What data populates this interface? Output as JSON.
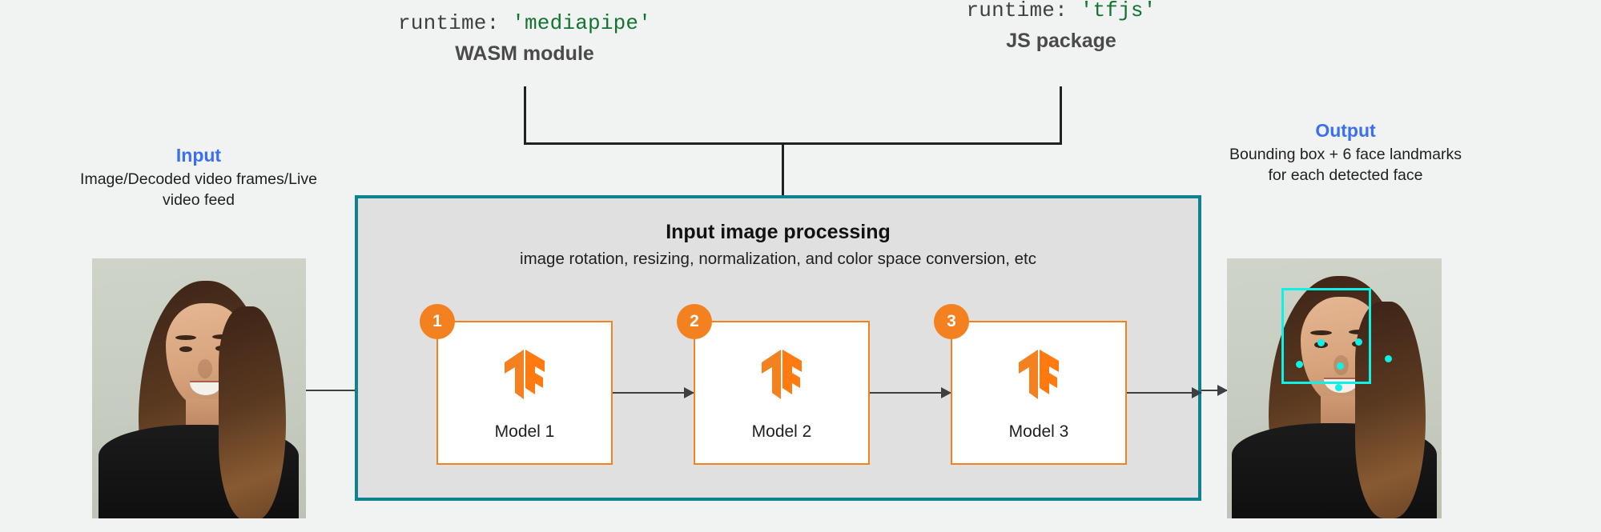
{
  "runtimes": [
    {
      "code_prefix": "runtime:",
      "code_value": "'mediapipe'",
      "title": "WASM module",
      "accent": "#137333"
    },
    {
      "code_prefix": "runtime:",
      "code_value": "'tfjs'",
      "title": "JS package",
      "accent": "#137333"
    }
  ],
  "input": {
    "title": "Input",
    "description": "Image/Decoded video frames/Live video feed",
    "title_color": "#3b6ef3"
  },
  "output": {
    "title": "Output",
    "description": "Bounding box + 6 face landmarks for each detected face",
    "title_color": "#3b6ef3"
  },
  "processing": {
    "title": "Input image processing",
    "subtitle": "image rotation, resizing, normalization, and color space conversion, etc",
    "border_color": "#0e8193",
    "fill_color": "#e0e0e0"
  },
  "models": [
    {
      "badge": "1",
      "label": "Model 1",
      "logo": "tensorflow-logo"
    },
    {
      "badge": "2",
      "label": "Model 2",
      "logo": "tensorflow-logo"
    },
    {
      "badge": "3",
      "label": "Model 3",
      "logo": "tensorflow-logo"
    }
  ],
  "colors": {
    "orange": "#f4811f",
    "teal": "#0e8193",
    "blue": "#3b6ef3",
    "cyan": "#0ff0e6",
    "background": "#f1f3f2"
  },
  "detection": {
    "landmark_count": 6,
    "box_color": "#0ff0e6"
  }
}
